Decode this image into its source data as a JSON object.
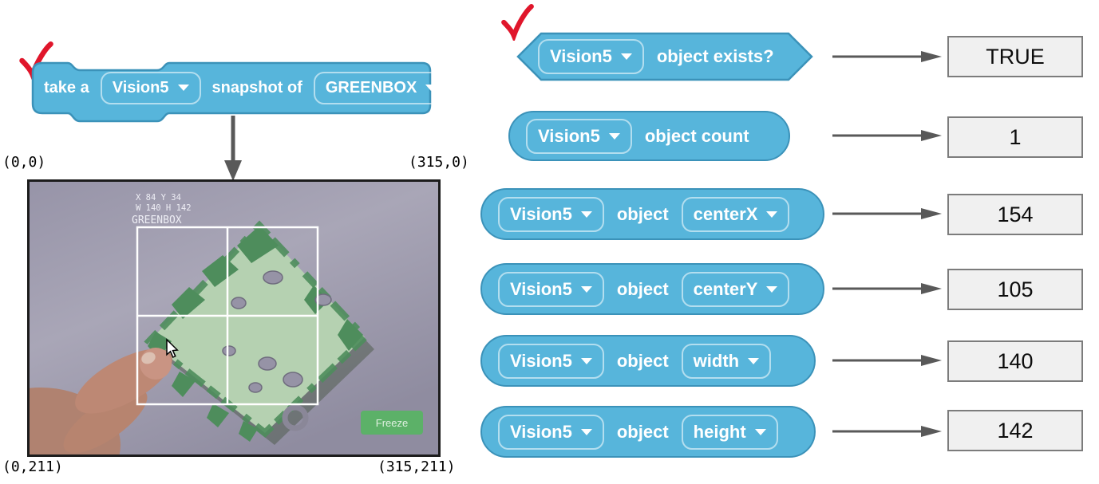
{
  "left": {
    "block": {
      "prefix": "take a",
      "device": "Vision5",
      "middle": "snapshot of",
      "signature": "GREENBOX"
    },
    "corners": {
      "tl": "(0,0)",
      "tr": "(315,0)",
      "bl": "(0,211)",
      "br": "(315,211)"
    },
    "camera": {
      "stats_line1": "X 84 Y 34",
      "stats_line2": "W 140 H 142",
      "signature_label": "GREENBOX",
      "freeze_label": "Freeze"
    }
  },
  "rows": [
    {
      "device": "Vision5",
      "label": "object exists?",
      "result": "TRUE"
    },
    {
      "device": "Vision5",
      "label": "object count",
      "result": "1"
    },
    {
      "device": "Vision5",
      "label": "object",
      "property": "centerX",
      "result": "154"
    },
    {
      "device": "Vision5",
      "label": "object",
      "property": "centerY",
      "result": "105"
    },
    {
      "device": "Vision5",
      "label": "object",
      "property": "width",
      "result": "140"
    },
    {
      "device": "Vision5",
      "label": "object",
      "property": "height",
      "result": "142"
    }
  ],
  "colors": {
    "block_fill": "#57b5db",
    "block_border": "#3b92b9",
    "result_fill": "#f0f0f0",
    "result_border": "#7c7c7c",
    "arrow": "#595959",
    "checkmark": "#e0162b",
    "freeze_button": "#5cb168"
  }
}
